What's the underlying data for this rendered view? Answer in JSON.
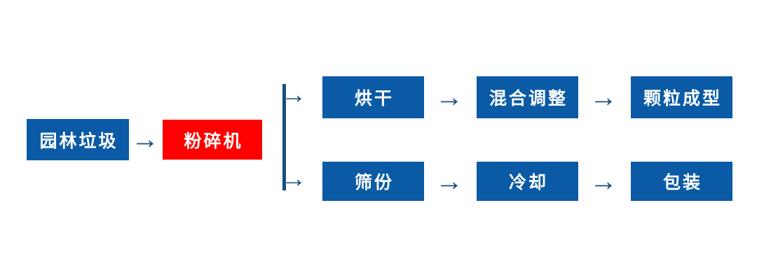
{
  "colors": {
    "box_blue": "#0b5aa5",
    "box_red": "#fe0000",
    "connector_blue": "#174e82",
    "label_text": "#ffffff",
    "background": "#ffffff"
  },
  "icons": {
    "arrow_right": "→"
  },
  "flow": {
    "input": {
      "label": "园林垃圾"
    },
    "machine": {
      "label": "粉碎机"
    },
    "branch_top": {
      "steps": [
        "烘干",
        "混合调整",
        "颗粒成型"
      ]
    },
    "branch_bottom": {
      "steps": [
        "筛份",
        "冷却",
        "包装"
      ]
    }
  }
}
